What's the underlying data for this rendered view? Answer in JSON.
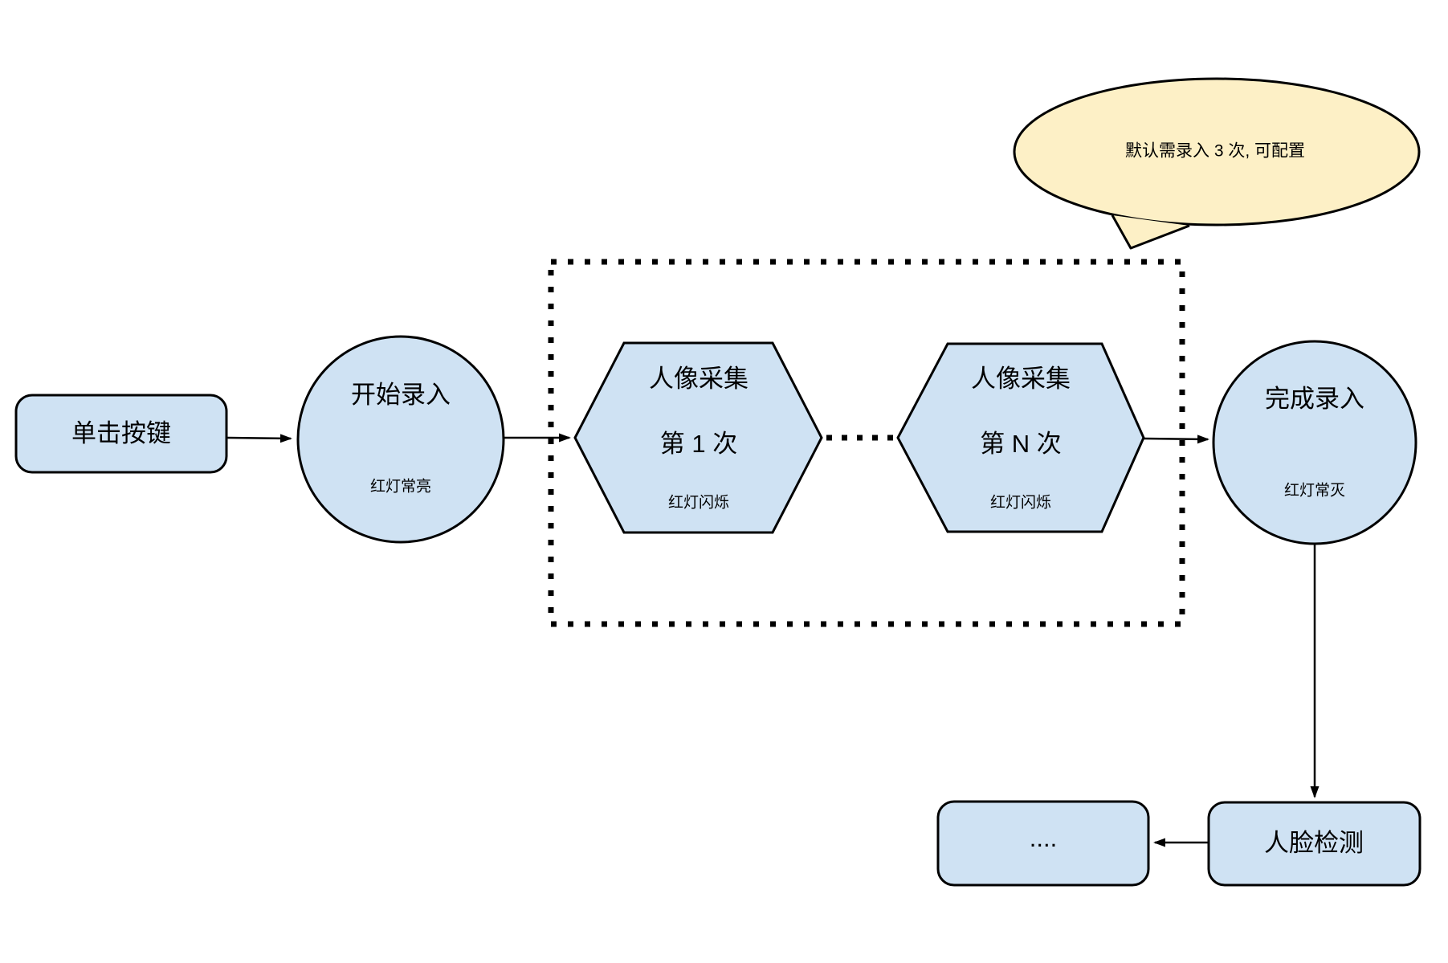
{
  "diagram": {
    "callout": {
      "text": "默认需录入 3 次, 可配置"
    },
    "nodes": {
      "click_button": {
        "label": "单击按键"
      },
      "start_enroll": {
        "label": "开始录入",
        "status": "红灯常亮"
      },
      "capture_first": {
        "title": "人像采集",
        "count": "第 1 次",
        "status": "红灯闪烁"
      },
      "capture_nth": {
        "title": "人像采集",
        "count": "第 N 次",
        "status": "红灯闪烁"
      },
      "finish_enroll": {
        "label": "完成录入",
        "status": "红灯常灭"
      },
      "face_detect": {
        "label": "人脸检测"
      },
      "more": {
        "label": "...."
      }
    },
    "colors": {
      "node_fill": "#cfe2f3",
      "callout_fill": "#fdf0c6",
      "stroke": "#000000"
    }
  }
}
